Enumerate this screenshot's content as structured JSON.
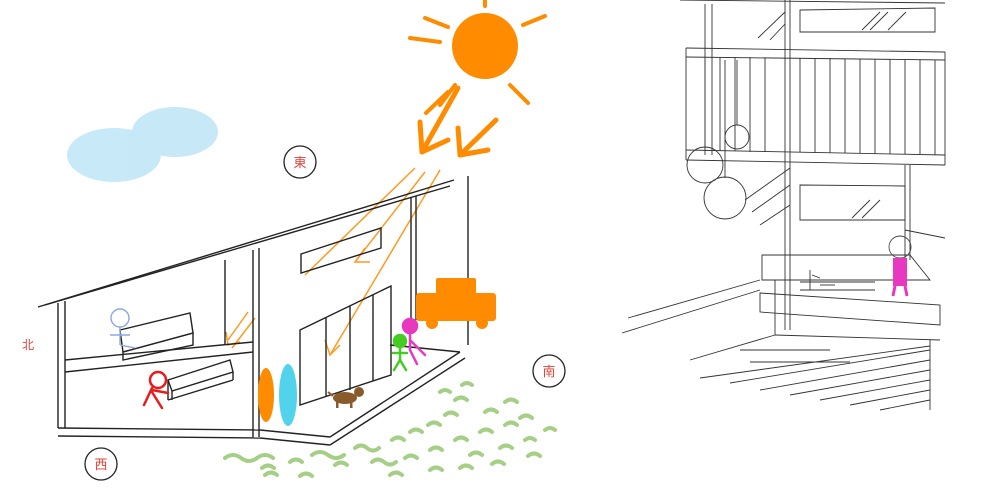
{
  "compass": {
    "east": "東",
    "south": "南",
    "west": "西",
    "north": "北"
  },
  "colors": {
    "sun": "#ff8c00",
    "sky": "#9bd7f0",
    "grass": "#a6cf86",
    "line": "#222222",
    "label": "#e0403a",
    "orange_figure": "#ff8c00",
    "cyan_figure": "#52d3ec",
    "red_figure": "#e81c1c",
    "pink_figure": "#e838c0",
    "green_figure": "#44cc22",
    "blue_figure": "#8fa8dd",
    "dog": "#8b5a2b"
  },
  "icons": [
    "sun-icon",
    "cloud-icon",
    "car-icon",
    "person-icon",
    "dog-icon"
  ]
}
